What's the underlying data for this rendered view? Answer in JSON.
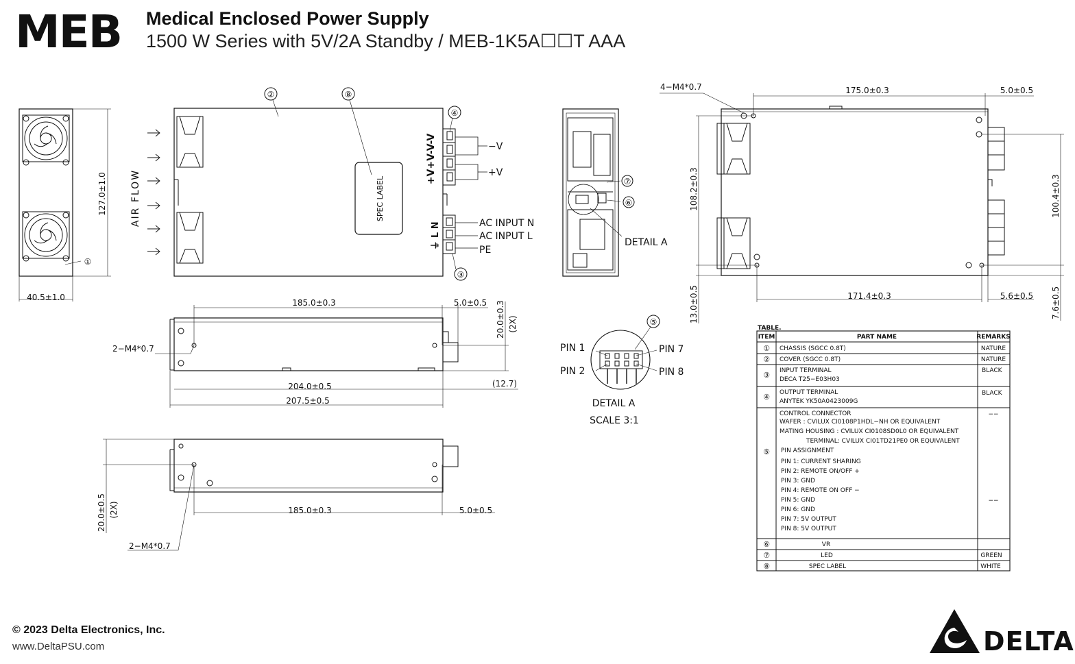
{
  "header": {
    "brand": "MEB",
    "title": "Medical Enclosed Power Supply",
    "subtitle": "1500 W Series with 5V/2A Standby / MEB-1K5A☐☐T AAA"
  },
  "footer": {
    "copyright": "© 2023 Delta Electronics, Inc.",
    "website": "www.DeltaPSU.com",
    "logo_text": "DELTA"
  },
  "callouts": [
    "①",
    "②",
    "③",
    "④",
    "⑤",
    "⑥",
    "⑦",
    "⑧"
  ],
  "front_view": {
    "height_dim": "127.0±1.0",
    "width_dim": "40.5±1.0"
  },
  "top_view": {
    "airflow": "AIR FLOW",
    "spec_label": "SPEC LABEL",
    "output_pins": "+V+V-V-V",
    "minus_v": "−V",
    "plus_v": "+V",
    "ac_pins": "⏚ L N",
    "ac_n": "AC INPUT N",
    "ac_l": "AC INPUT L",
    "pe": "PE"
  },
  "side_view_1": {
    "d185": "185.0±0.3",
    "d5": "5.0±0.5",
    "d20": "20.0±0.3",
    "d2x": "(2X)",
    "screw": "2−M4*0.7",
    "d204": "204.0±0.5",
    "d207": "207.5±0.5",
    "d127": "(12.7)"
  },
  "side_view_2": {
    "d20": "20.0±0.5",
    "d2x": "(2X)",
    "d185": "185.0±0.3",
    "d5": "5.0±0.5",
    "screw": "2−M4*0.7"
  },
  "end_view": {
    "detail": "DETAIL A"
  },
  "detail_a": {
    "pin1": "PIN 1",
    "pin2": "PIN 2",
    "pin7": "PIN 7",
    "pin8": "PIN 8",
    "label": "DETAIL A",
    "scale": "SCALE 3:1"
  },
  "bottom_view": {
    "screw": "4−M4*0.7",
    "d175": "175.0±0.3",
    "d5": "5.0±0.5",
    "d108": "108.2±0.3",
    "d100": "100.4±0.3",
    "d171": "171.4±0.3",
    "d56": "5.6±0.5",
    "d13": "13.0±0.5",
    "d76": "7.6±0.5"
  },
  "table": {
    "caption": "TABLE.",
    "headers": {
      "item": "ITEM",
      "part": "PART NAME",
      "remarks": "REMARKS"
    },
    "rows": [
      {
        "item": "①",
        "lines": [
          "CHASSIS   (SGCC  0.8T)"
        ],
        "remark": "NATURE"
      },
      {
        "item": "②",
        "lines": [
          "COVER  (SGCC  0.8T)"
        ],
        "remark": "NATURE"
      },
      {
        "item": "③",
        "lines": [
          "INPUT  TERMINAL",
          "DECA  T25−E03H03"
        ],
        "remark": "BLACK"
      },
      {
        "item": "④",
        "lines": [
          "OUTPUT  TERMINAL",
          "ANYTEK  YK50A0423009G"
        ],
        "remark": "BLACK"
      },
      {
        "item": "⑤",
        "lines": [
          "CONTROL  CONNECTOR",
          "WAFER  :  CVILUX  CI0108P1HDL−NH  OR  EQUIVALENT",
          "MATING  HOUSING  :  CVILUX  CI0108SD0L0  OR  EQUIVALENT",
          "TERMINAL:  CVILUX  CI01TD21PE0  OR  EQUIVALENT",
          "PIN  ASSIGNMENT",
          "PIN  1:  CURRENT  SHARING",
          "PIN  2:  REMOTE  ON/OFF  +",
          "PIN  3:  GND",
          "PIN  4:  REMOTE  ON  OFF  −",
          "PIN  5:  GND",
          "PIN  6:  GND",
          "PIN  7:  5V  OUTPUT",
          "PIN  8:  5V  OUTPUT"
        ],
        "remark": "−−",
        "remark2": "−−"
      },
      {
        "item": "⑥",
        "lines": [
          "VR"
        ],
        "remark": ""
      },
      {
        "item": "⑦",
        "lines": [
          "LED"
        ],
        "remark": "GREEN"
      },
      {
        "item": "⑧",
        "lines": [
          "SPEC  LABEL"
        ],
        "remark": "WHITE"
      }
    ]
  }
}
